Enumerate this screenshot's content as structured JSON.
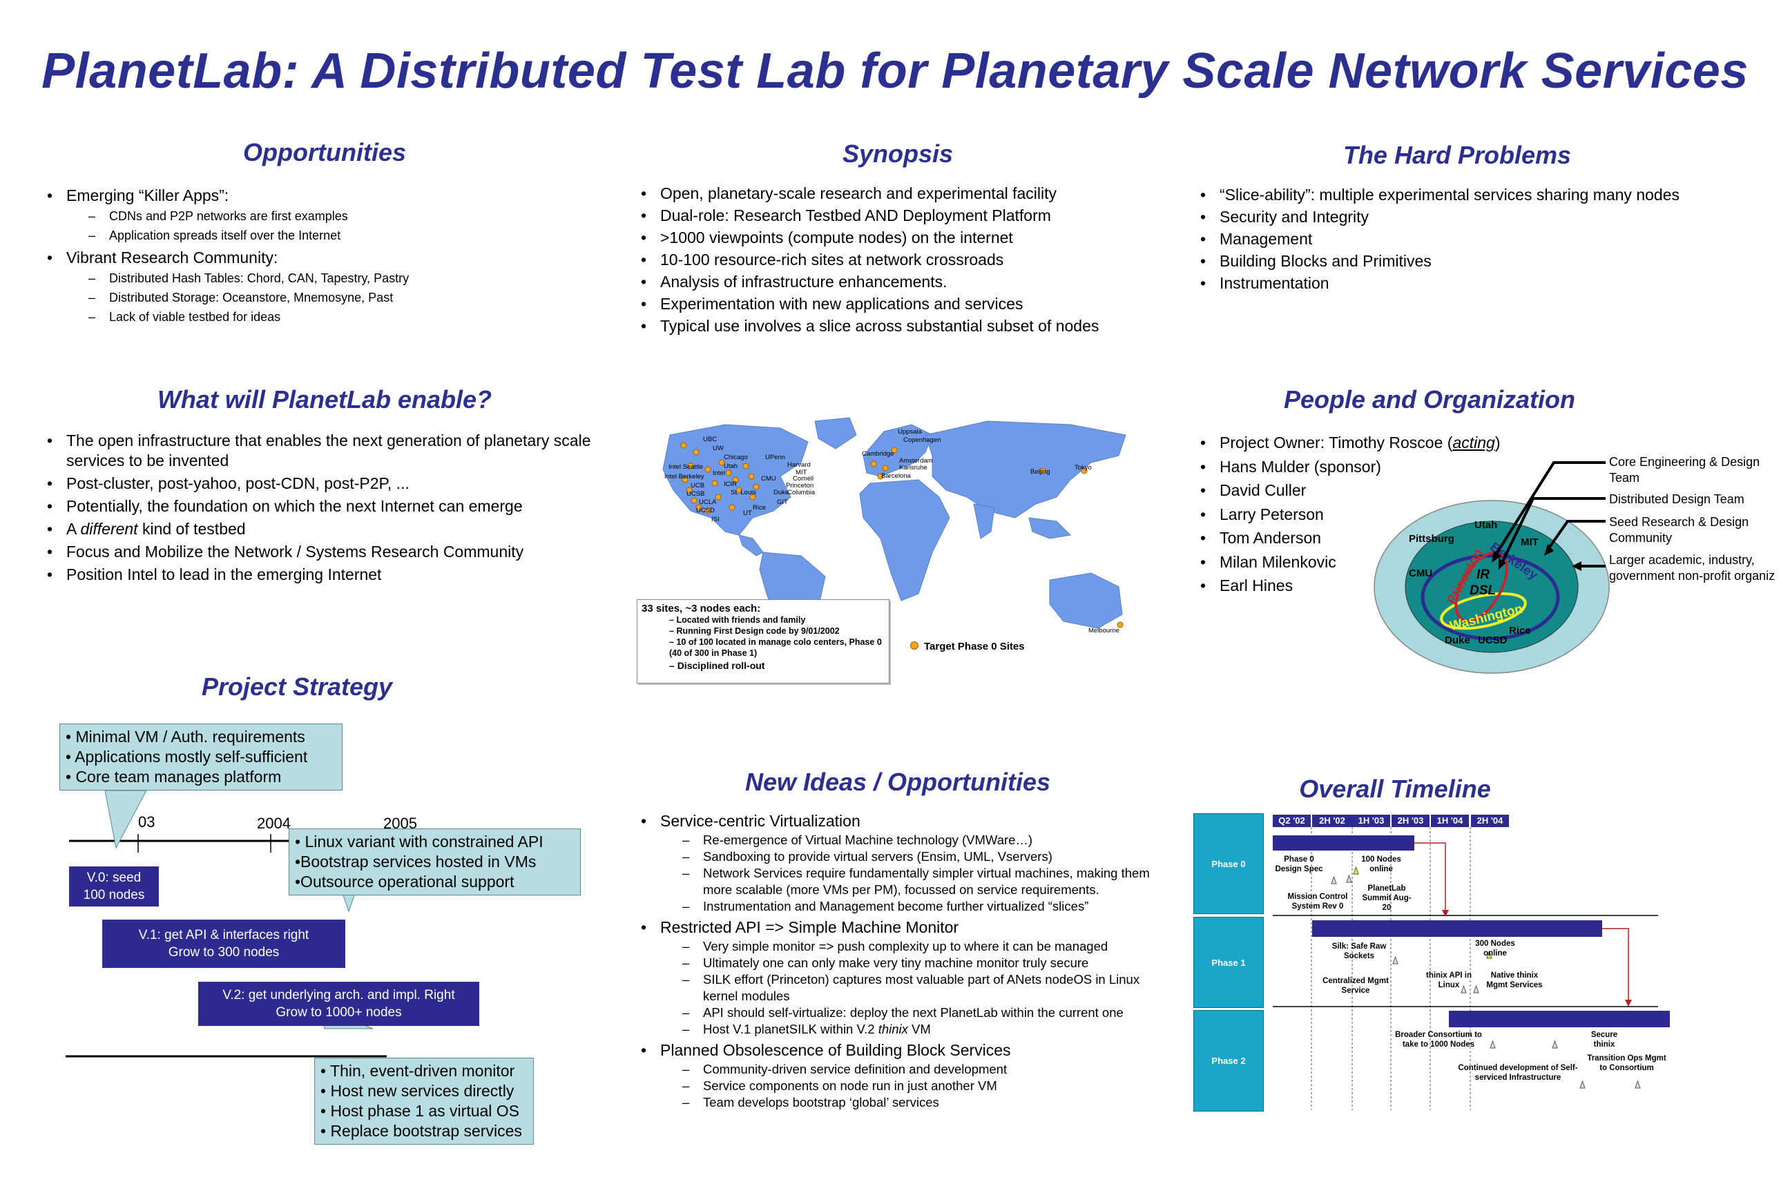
{
  "title": "PlanetLab:  A Distributed Test Lab for Planetary Scale Network Services",
  "opportunities": {
    "heading": "Opportunities",
    "items": [
      {
        "text": "Emerging “Killer Apps”:",
        "sub": [
          "CDNs and P2P networks are first examples",
          "Application spreads itself over the Internet"
        ]
      },
      {
        "text": "Vibrant Research Community:",
        "sub": [
          "Distributed Hash Tables: Chord, CAN, Tapestry, Pastry",
          "Distributed Storage: Oceanstore, Mnemosyne, Past",
          "Lack of viable testbed for ideas"
        ]
      }
    ]
  },
  "synopsis": {
    "heading": "Synopsis",
    "items": [
      "Open, planetary-scale research and experimental facility",
      "Dual-role: Research Testbed AND Deployment Platform",
      ">1000 viewpoints (compute nodes) on the internet",
      "10-100 resource-rich sites at network crossroads",
      "Analysis of infrastructure enhancements.",
      "Experimentation with new applications and services",
      "Typical use involves a slice across substantial subset of nodes"
    ]
  },
  "hard_problems": {
    "heading": "The Hard Problems",
    "items": [
      "“Slice-ability”: multiple experimental services sharing many nodes",
      "Security and Integrity",
      "Management",
      "Building Blocks and Primitives",
      "Instrumentation"
    ]
  },
  "enable": {
    "heading": "What will PlanetLab enable?",
    "items": [
      {
        "pre": "The open infrastructure that enables the next generation of planetary scale services to be invented",
        "em": "",
        "post": ""
      },
      {
        "pre": "Post-cluster, post-yahoo, post-CDN, post-P2P, ...",
        "em": "",
        "post": ""
      },
      {
        "pre": "Potentially, the foundation on which the next Internet can emerge",
        "em": "",
        "post": ""
      },
      {
        "pre": "A ",
        "em": "different",
        "post": " kind of testbed"
      },
      {
        "pre": "Focus and Mobilize the Network / Systems Research Community",
        "em": "",
        "post": ""
      },
      {
        "pre": "Position Intel to lead in the emerging Internet",
        "em": "",
        "post": ""
      }
    ]
  },
  "map": {
    "labels_na": [
      "UBC",
      "UW",
      "Chicago",
      "UPenn",
      "Intel Seattle",
      "Utah",
      "Harvard",
      "Intel Berkeley",
      "Intel",
      "MIT",
      "UCB",
      "ICIR",
      "Cornell",
      "UCSB",
      "St. Louis",
      "Princeton",
      "UCLA",
      "Columbia",
      "UCSD",
      "Duke",
      "ISI",
      "Rice",
      "GIT",
      "CMU",
      "UT"
    ],
    "labels_world": [
      "Uppsala",
      "Copenhagen",
      "Cambridge",
      "Amsterdam",
      "Karlsruhe",
      "Barcelona",
      "Beijing",
      "Tokyo",
      "Melbourne"
    ],
    "info_title": "33 sites, ~3 nodes each:",
    "info_items": [
      "Located with friends and family",
      "Running First Design code by 9/01/2002",
      "10 of 100 located in manage colo centers, Phase 0 (40 of 300 in Phase 1)"
    ],
    "info_last": "Disciplined roll-out",
    "legend": "Target Phase 0 Sites"
  },
  "people": {
    "heading": "People and Organization",
    "owner_pre": "Project Owner: Timothy Roscoe (",
    "owner_em": "acting",
    "owner_post": ")",
    "items": [
      "Hans Mulder (sponsor)",
      "David Culler",
      "Larry Peterson",
      "Tom Anderson",
      "Milan Milenkovic",
      "Earl Hines"
    ],
    "diagram_labels": {
      "pittsburg": "Pittsburg",
      "utah": "Utah",
      "mit": "MIT",
      "cmu": "CMU",
      "ir": "IR",
      "dsl": "DSL",
      "princeton": "Princeton",
      "berkeley": "Berkeley",
      "washington": "Washington",
      "rice": "Rice",
      "duke": "Duke",
      "ucsd": "UCSD"
    },
    "annotations": [
      "Core Engineering & Design Team",
      "Distributed Design Team",
      "Seed Research & Design Community",
      "Larger academic, industry, government non-profit organiz"
    ]
  },
  "strategy": {
    "heading": "Project Strategy",
    "callout_top": [
      "• Minimal VM / Auth. requirements",
      "• Applications mostly self-sufficient",
      "• Core team manages platform"
    ],
    "years": [
      "03",
      "2004",
      "2005"
    ],
    "callout_mid": [
      "• Linux variant with constrained API",
      "•Bootstrap services hosted in VMs",
      "•Outsource operational support"
    ],
    "v0": [
      "V.0: seed",
      "100 nodes"
    ],
    "v1": [
      "V.1: get API & interfaces right",
      "Grow to 300 nodes"
    ],
    "v2": [
      "V.2: get underlying arch. and impl. Right",
      "Grow to 1000+ nodes"
    ],
    "callout_bottom": [
      "• Thin, event-driven monitor",
      "• Host new services directly",
      "• Host phase 1 as virtual OS",
      "• Replace bootstrap services"
    ]
  },
  "new_ideas": {
    "heading": "New Ideas / Opportunities",
    "items": [
      {
        "text": "Service-centric Virtualization",
        "sub": [
          {
            "pre": "Re-emergence of Virtual Machine technology (VMWare…)",
            "em": "",
            "post": ""
          },
          {
            "pre": "Sandboxing to provide virtual servers (Ensim, UML, Vservers)",
            "em": "",
            "post": ""
          },
          {
            "pre": "Network Services require fundamentally simpler virtual machines, making them more scalable (more VMs per PM), focussed on service requirements.",
            "em": "",
            "post": ""
          },
          {
            "pre": "Instrumentation and Management become further virtualized “slices”",
            "em": "",
            "post": ""
          }
        ]
      },
      {
        "text": "Restricted API => Simple Machine Monitor",
        "sub": [
          {
            "pre": "Very simple monitor => push complexity up to where it can be managed",
            "em": "",
            "post": ""
          },
          {
            "pre": "Ultimately one can only make very tiny machine monitor truly secure",
            "em": "",
            "post": ""
          },
          {
            "pre": "SILK effort (Princeton) captures most valuable part of ANets nodeOS in Linux kernel modules",
            "em": "",
            "post": ""
          },
          {
            "pre": "API should self-virtualize: deploy the next PlanetLab within the current one",
            "em": "",
            "post": ""
          },
          {
            "pre": "Host V.1 planetSILK within V.2 ",
            "em": "thinix",
            "post": " VM"
          }
        ]
      },
      {
        "text": "Planned Obsolescence of Building Block Services",
        "sub": [
          {
            "pre": "Community-driven service definition and development",
            "em": "",
            "post": ""
          },
          {
            "pre": "Service components on node run in just another VM",
            "em": "",
            "post": ""
          },
          {
            "pre": "Team develops bootstrap ‘global’ services",
            "em": "",
            "post": ""
          }
        ]
      }
    ]
  },
  "timeline": {
    "heading": "Overall Timeline",
    "quarters": [
      "Q2 '02",
      "2H '02",
      "1H '03",
      "2H '03",
      "1H '04",
      "2H '04"
    ],
    "phases": [
      "Phase 0",
      "Phase 1",
      "Phase 2"
    ],
    "p0_labels": [
      "Phase 0 Design Spec",
      "100 Nodes online",
      "PlanetLab Summit Aug-20",
      "Mission Control System Rev 0"
    ],
    "p1_labels": [
      "Silk: Safe Raw Sockets",
      "300 Nodes online",
      "Centralized Mgmt Service",
      "thinix API in Linux",
      "Native thinix Mgmt Services"
    ],
    "p2_labels": [
      "Broader Consortium to take to 1000 Nodes",
      "Secure thinix",
      "Continued development of Self-serviced Infrastructure",
      "Transition Ops Mgmt to Consortium"
    ]
  }
}
